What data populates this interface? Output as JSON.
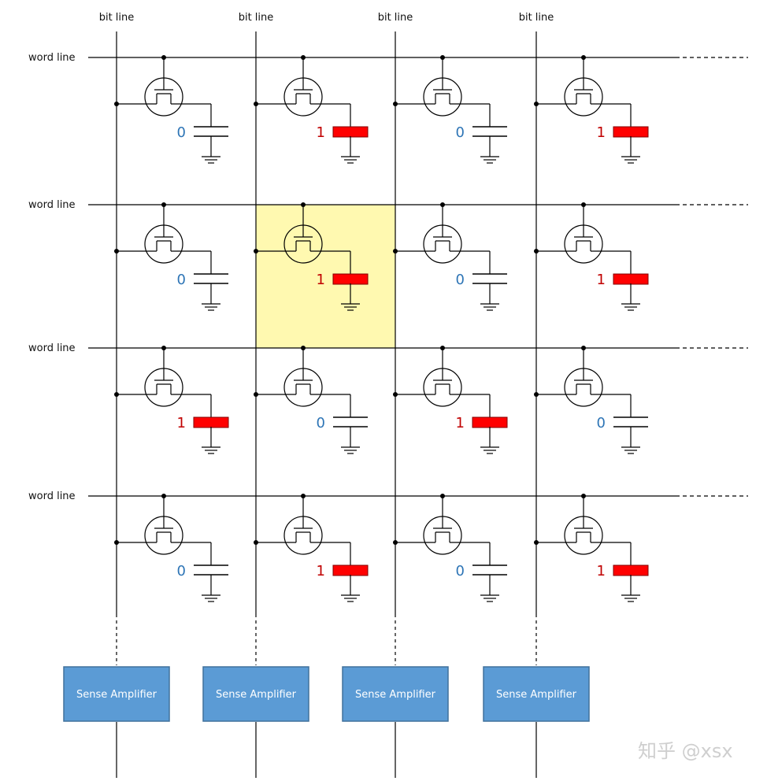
{
  "labels": {
    "bit_lines": [
      "bit line",
      "bit line",
      "bit line",
      "bit line"
    ],
    "word_lines": [
      "word line",
      "word line",
      "word line",
      "word line"
    ]
  },
  "cells": [
    [
      "0",
      "1",
      "0",
      "1"
    ],
    [
      "0",
      "1",
      "0",
      "1"
    ],
    [
      "1",
      "0",
      "1",
      "0"
    ],
    [
      "0",
      "1",
      "0",
      "1"
    ]
  ],
  "highlight": {
    "row": 1,
    "col": 1,
    "color": "#fff9b0"
  },
  "sense_amplifiers": [
    "Sense Amplifier",
    "Sense Amplifier",
    "Sense Amplifier",
    "Sense Amplifier"
  ],
  "watermark": "知乎 @xsx",
  "colors": {
    "zero_text": "#2e75b6",
    "one_text": "#c00000",
    "charged_capacitor": "#ff0000",
    "amplifier_fill": "#5b9bd5",
    "amplifier_border": "#41719c",
    "line": "#000000"
  }
}
